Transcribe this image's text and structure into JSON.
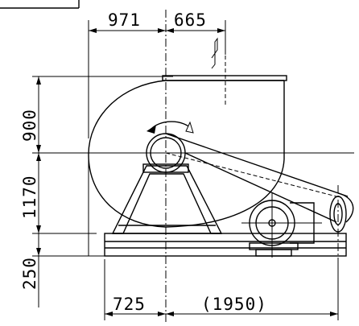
{
  "drawing": {
    "dimensions": {
      "top_left": "971",
      "top_right": "665",
      "side_upper": "900",
      "side_middle": "1170",
      "side_lower": "250",
      "bottom_left": "725",
      "bottom_right": "(1950)"
    },
    "stroke_color": "#000000",
    "background_color": "#ffffff"
  }
}
